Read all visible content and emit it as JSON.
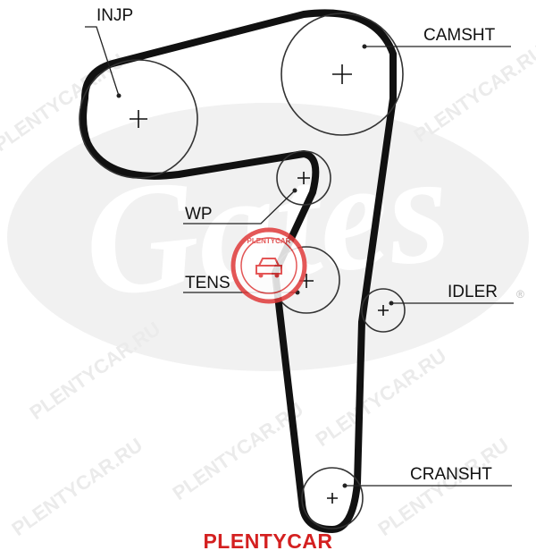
{
  "labels": {
    "injp": "INJP",
    "camsht": "CAMSHT",
    "wp": "WP",
    "tens": "TENS",
    "idler": "IDLER",
    "cransht": "CRANSHT"
  },
  "watermark": {
    "logo_text": "Gates",
    "registered_mark": "®",
    "stamp_text": "PLENTYCAR",
    "tiled_text": "PLENTYCAR.RU"
  },
  "footer": {
    "brand": "PLENTYCAR"
  },
  "colors": {
    "belt": "#111111",
    "pulley": "#333333",
    "watermark": "#eeeeee",
    "stamp": "#e03a3a",
    "brand": "#d42020"
  },
  "icons": {
    "center_mark": "plus-mark"
  }
}
